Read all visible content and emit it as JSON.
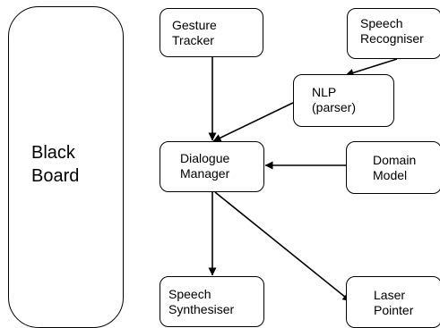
{
  "nodes": {
    "blackboard": {
      "lines": [
        "Black",
        "Board"
      ]
    },
    "gesture_tracker": {
      "lines": [
        "Gesture",
        "Tracker"
      ]
    },
    "speech_recogniser": {
      "lines": [
        "Speech",
        "Recogniser"
      ]
    },
    "nlp": {
      "lines": [
        "NLP",
        "(parser)"
      ]
    },
    "dialogue_manager": {
      "lines": [
        "Dialogue",
        "Manager"
      ]
    },
    "domain_model": {
      "lines": [
        "Domain",
        "Model"
      ]
    },
    "speech_synthesiser": {
      "lines": [
        "Speech",
        "Synthesiser"
      ]
    },
    "laser_pointer": {
      "lines": [
        "Laser",
        "Pointer"
      ]
    }
  },
  "edges": [
    {
      "from": "gesture_tracker",
      "to": "dialogue_manager"
    },
    {
      "from": "speech_recogniser",
      "to": "nlp"
    },
    {
      "from": "nlp",
      "to": "dialogue_manager"
    },
    {
      "from": "domain_model",
      "to": "dialogue_manager"
    },
    {
      "from": "dialogue_manager",
      "to": "speech_synthesiser"
    },
    {
      "from": "dialogue_manager",
      "to": "laser_pointer"
    }
  ],
  "colors": {
    "stroke": "#000000",
    "background": "#ffffff"
  }
}
